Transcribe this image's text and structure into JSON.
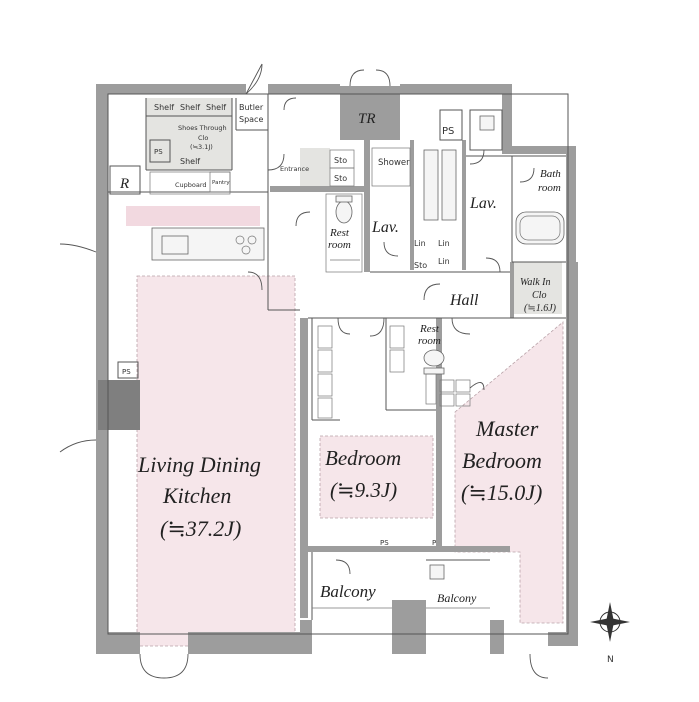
{
  "colors": {
    "wall": "#9d9d9d",
    "floor_pink": "#f6e6ea",
    "storage_gray": "#e4e4e1",
    "line": "#555555"
  },
  "labels": {
    "shelf_1": "Shelf",
    "shelf_2": "Shelf",
    "shelf_3": "Shelf",
    "butler_line1": "Butler",
    "butler_line2": "Space",
    "shoes_line1": "Shoes Through",
    "shoes_line2": "Clo",
    "shoes_line3": "(≒3.1J)",
    "shelf_4": "Shelf",
    "ps_1": "PS",
    "r": "R",
    "cupboard": "Cupboard",
    "pantry": "Pantry",
    "entrance": "Entrance",
    "sto_1": "Sto",
    "sto_2": "Sto",
    "shower": "Shower",
    "tr": "TR",
    "ps_2": "PS",
    "bath_line1": "Bath",
    "bath_line2": "room",
    "lav_1": "Lav.",
    "lav_2": "Lav.",
    "rest_line1": "Rest",
    "rest_line2": "room",
    "lin_1": "Lin",
    "lin_2": "Lin",
    "lin_3": "Lin",
    "sto_3": "Sto",
    "hall": "Hall",
    "wic_line1": "Walk In",
    "wic_line2": "Clo",
    "wic_line3": "(≒1.6J)",
    "rest2_line1": "Rest",
    "rest2_line2": "room",
    "ps_3": "PS",
    "ldk_line1": "Living Dining",
    "ldk_line2": "Kitchen",
    "ldk_line3": "(≒37.2J)",
    "bed_line1": "Bedroom",
    "bed_line2": "(≒9.3J)",
    "master_line1": "Master",
    "master_line2": "Bedroom",
    "master_line3": "(≒15.0J)",
    "ps_4": "PS",
    "p": "P",
    "balcony_1": "Balcony",
    "balcony_2": "Balcony",
    "compass_n": "N"
  }
}
